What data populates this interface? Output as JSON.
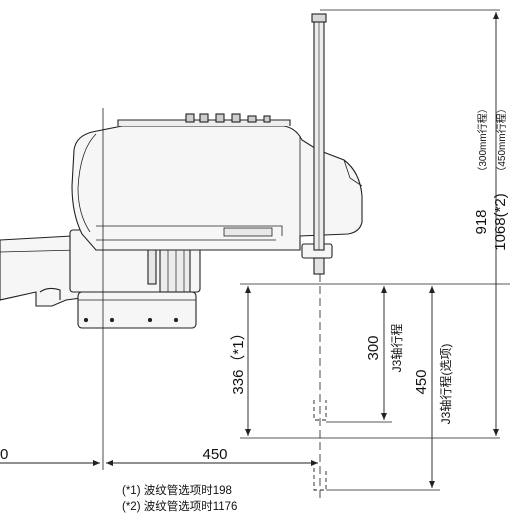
{
  "dimensions": {
    "robot_height": "336（*1）",
    "j3_stroke_label": "300",
    "j3_stroke_caption": "J3轴行程",
    "j3_option_label": "450",
    "j3_option_caption": "J3轴行程(选项)",
    "total_height_1": "918",
    "total_height_2": "1068(*2)",
    "caption_300": "（300mm行程）",
    "caption_450": "（450mm行程）",
    "arm_length": "450",
    "left_dim_fragment": "0"
  },
  "notes": [
    "(*1) 波纹管选项时198",
    "(*2) 波纹管选项时1176"
  ],
  "colors": {
    "line": "#222222",
    "body": "#f6f6f6",
    "shade": "#dcdcdc"
  }
}
